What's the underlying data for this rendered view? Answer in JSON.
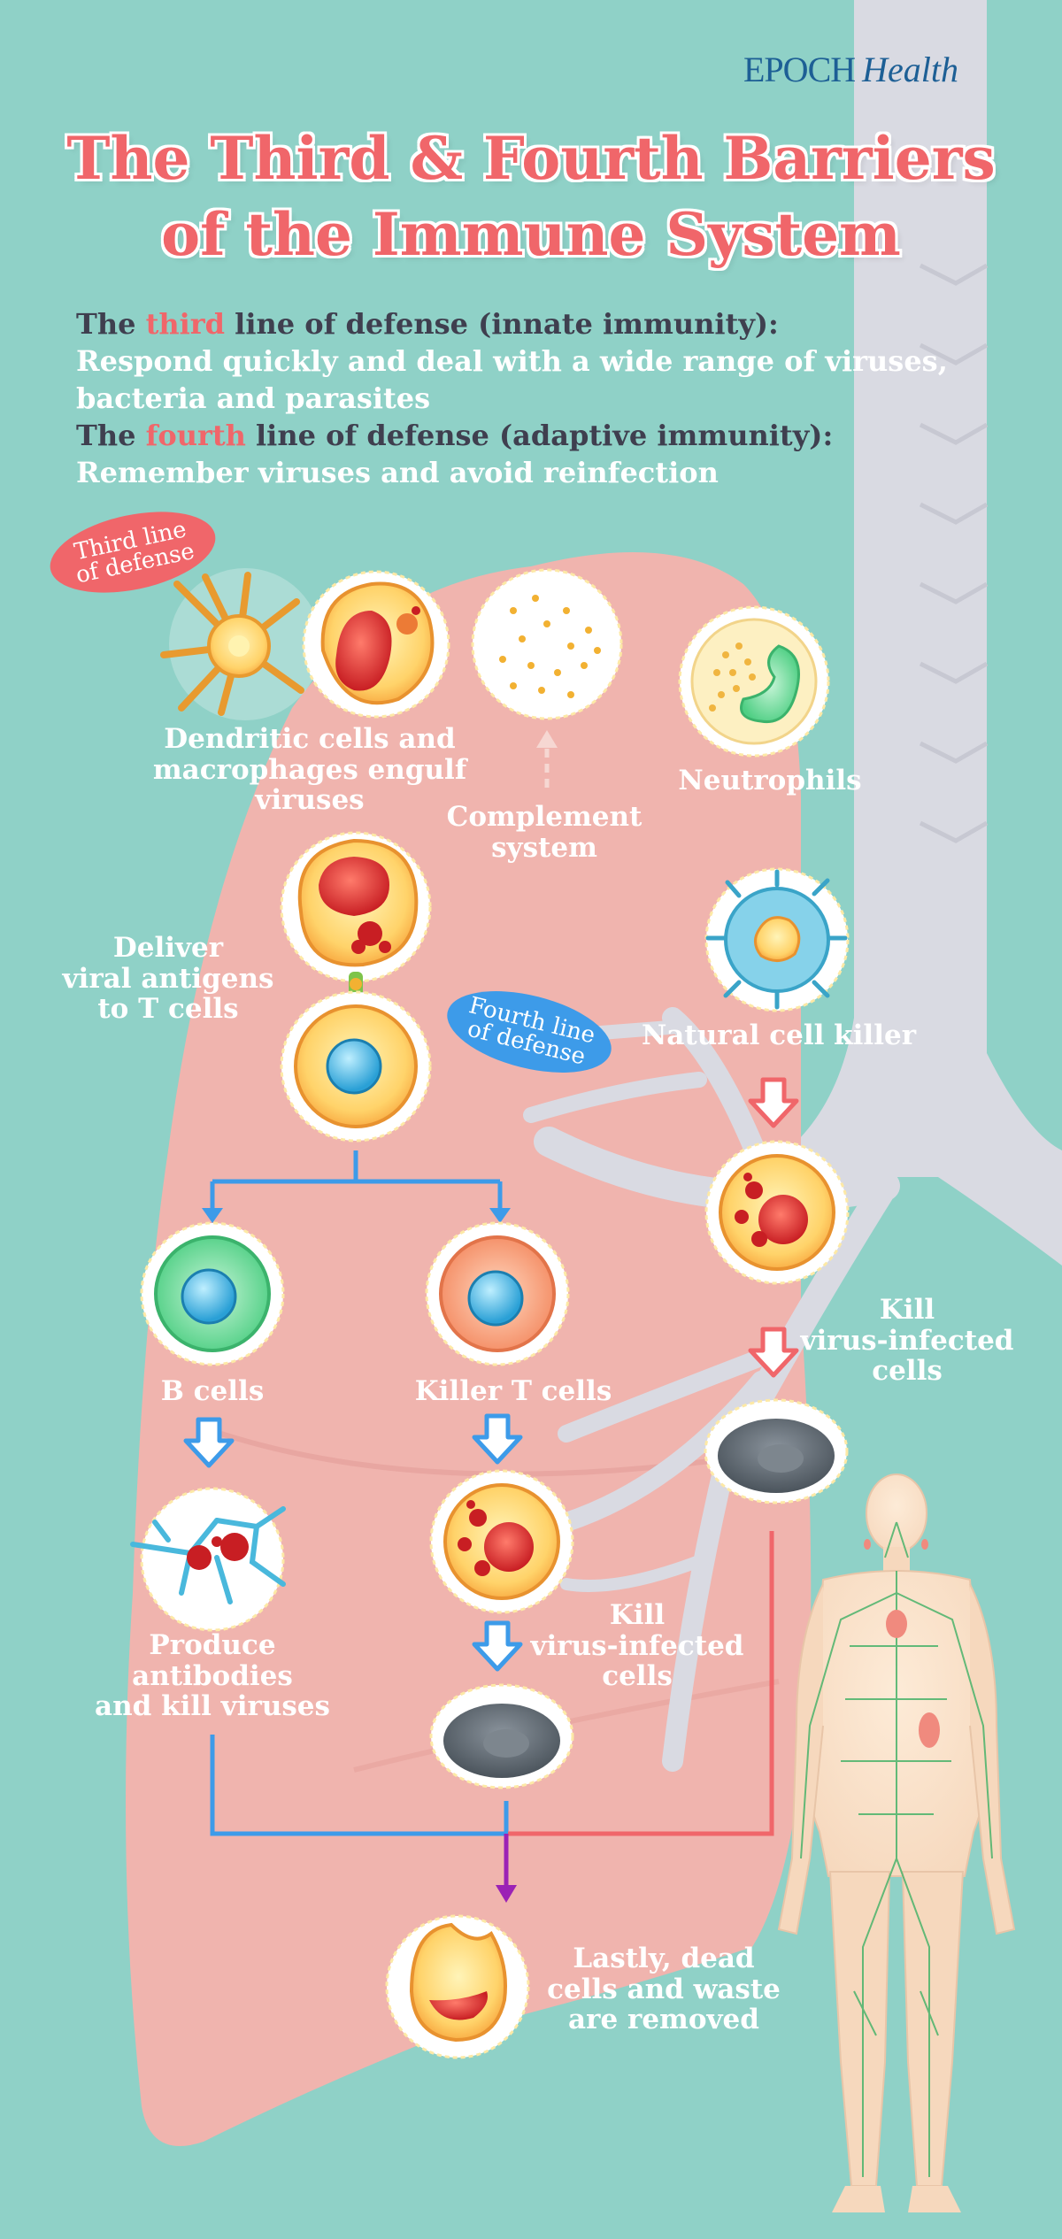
{
  "brand": {
    "name": "EPOCH",
    "suffix": "Health"
  },
  "title": {
    "line1": "The Third & Fourth Barriers",
    "line2": "of the Immune System"
  },
  "intro": {
    "third_prefix": "The ",
    "third_highlight": "third",
    "third_suffix": " line of defense (innate immunity):",
    "third_desc_line1": "Respond quickly and deal with a wide range of viruses,",
    "third_desc_line2": "bacteria and parasites",
    "fourth_prefix": "The ",
    "fourth_highlight": "fourth",
    "fourth_suffix": " line of defense (adaptive immunity):",
    "fourth_desc": "Remember viruses and avoid reinfection"
  },
  "badges": {
    "third": {
      "line1": "Third line",
      "line2": "of defense",
      "color": "#f0666a"
    },
    "fourth": {
      "line1": "Fourth line",
      "line2": "of defense",
      "color": "#3d9be9"
    }
  },
  "labels": {
    "dendritic": [
      "Dendritic cells and",
      "macrophages engulf",
      "viruses"
    ],
    "complement": [
      "Complement",
      "system"
    ],
    "neutrophils": [
      "Neutrophils"
    ],
    "deliver": [
      "Deliver",
      "viral antigens",
      "to T cells"
    ],
    "nk": [
      "Natural cell killer"
    ],
    "kill_right": [
      "Kill",
      "virus-infected",
      "cells"
    ],
    "bcells": [
      "B cells"
    ],
    "killer_t": [
      "Killer T cells"
    ],
    "antibodies": [
      "Produce",
      "antibodies",
      "and kill viruses"
    ],
    "kill_mid": [
      "Kill",
      "virus-infected",
      "cells"
    ],
    "lastly": [
      "Lastly, dead",
      "cells and waste",
      "are removed"
    ]
  },
  "colors": {
    "background": "#8fd1c7",
    "lung": "#f0b4ae",
    "trachea": "#d9dae2",
    "title": "#f0666a",
    "arrow_blue": "#3d9be9",
    "arrow_red": "#f0666a",
    "arrow_purple": "#9b22b5",
    "brand": "#1d5f95"
  }
}
